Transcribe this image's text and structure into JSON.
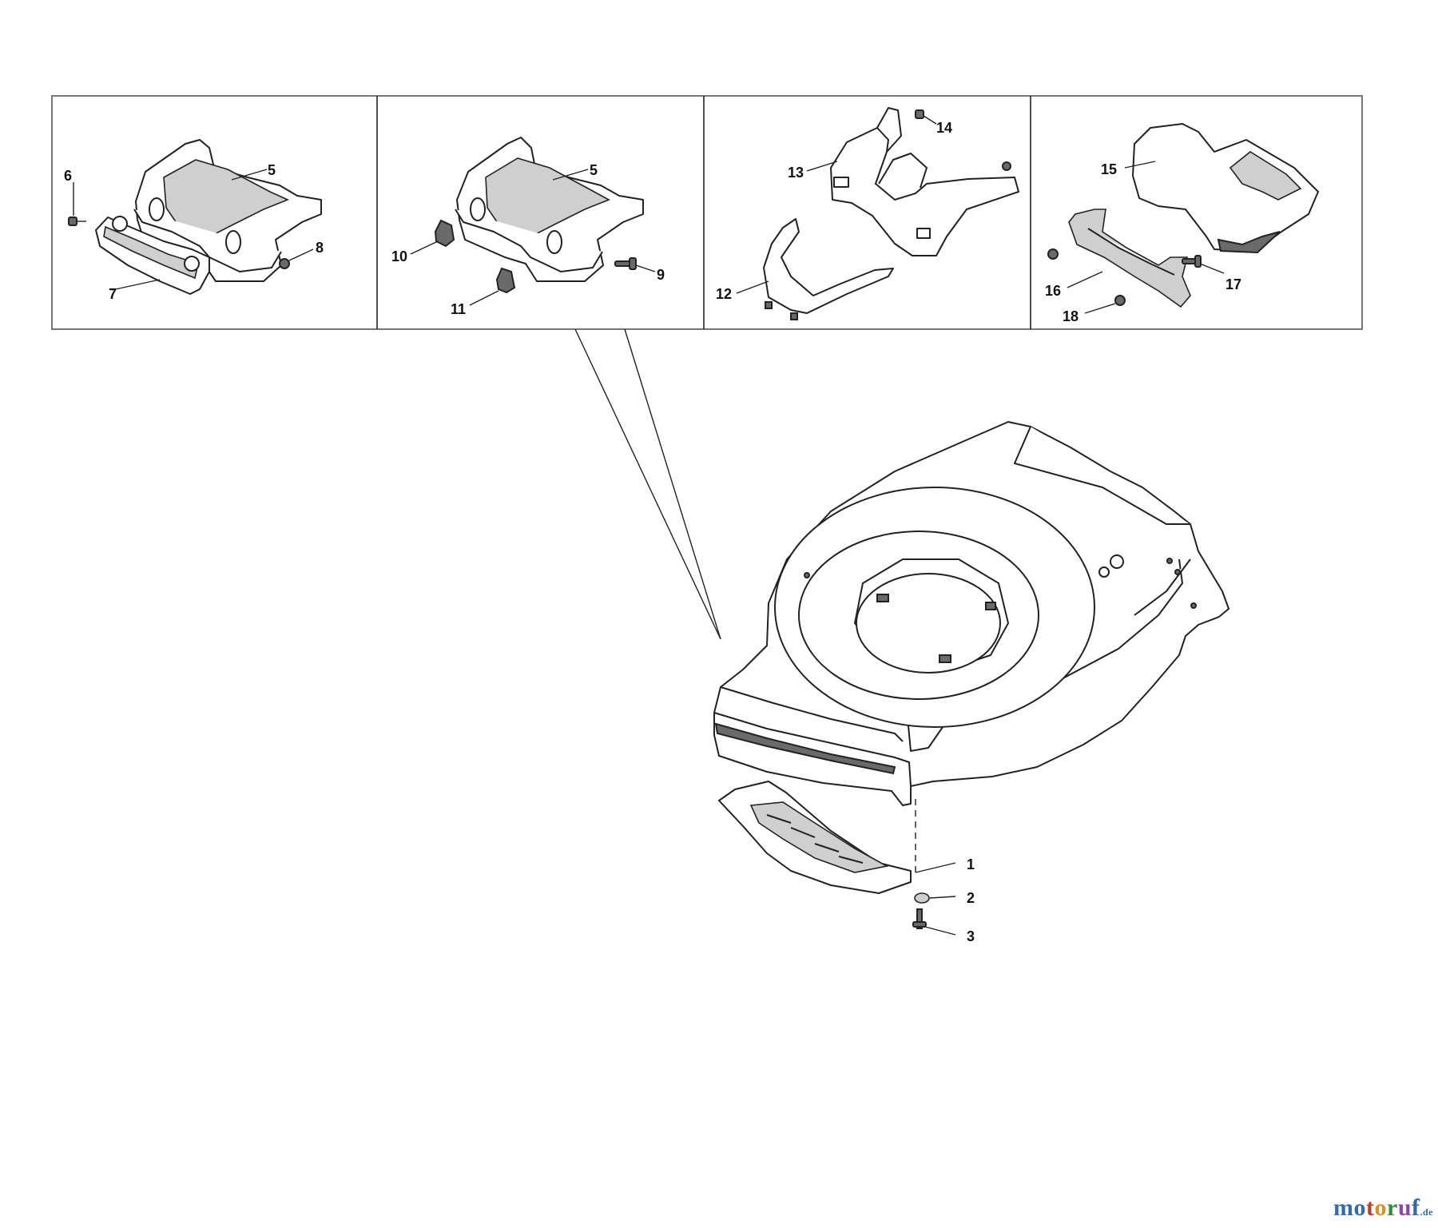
{
  "callouts": {
    "c1": "1",
    "c2": "2",
    "c3": "3",
    "c5a": "5",
    "c6": "6",
    "c7": "7",
    "c8": "8",
    "c5b": "5",
    "c9": "9",
    "c10": "10",
    "c11": "11",
    "c12": "12",
    "c13": "13",
    "c14": "14",
    "c15": "15",
    "c16": "16",
    "c17": "17",
    "c18": "18"
  },
  "logo": {
    "letters": [
      "m",
      "o",
      "t",
      "o",
      "r",
      "u",
      "f"
    ],
    "suffix": ".de",
    "colors": [
      "#2e6bb0",
      "#2e6bb0",
      "#c0392b",
      "#e08e1b",
      "#2e8b3a",
      "#8e44ad",
      "#2e6bb0"
    ]
  }
}
